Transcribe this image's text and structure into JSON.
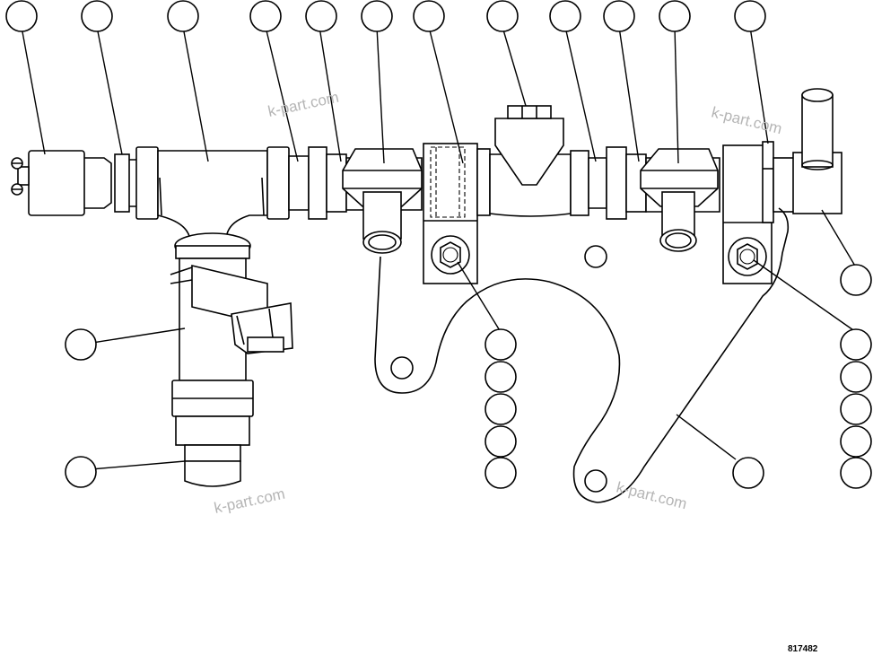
{
  "watermarks": [
    "k-part.com",
    "k-part.com",
    "k-part.com",
    "k-part.com"
  ],
  "drawing_number": "817482"
}
